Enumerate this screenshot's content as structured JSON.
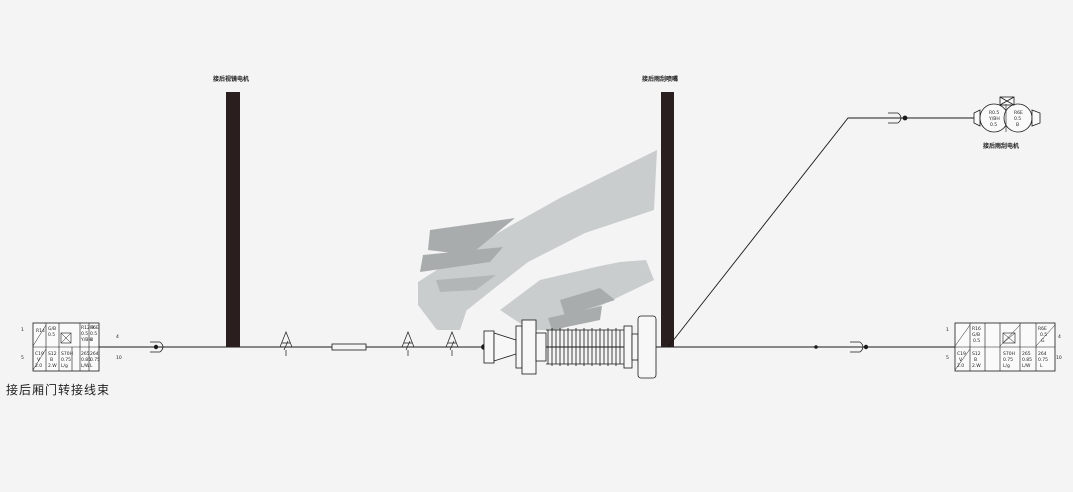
{
  "caption": "接后厢门转接线束",
  "labels": {
    "left_post": "接后视镜电机",
    "right_post": "接后雨刮喷嘴",
    "motor": "接后雨刮电机"
  },
  "connector_left": {
    "pins_top": [
      "1",
      "4"
    ],
    "pins_bottom": [
      "5",
      "10"
    ],
    "cells_top": [
      [
        "R14",
        "G/B",
        "0.5"
      ],
      [
        "R12 R",
        "0.5",
        "Y/BH"
      ],
      [
        "R6E",
        "0.5",
        "B"
      ]
    ],
    "cells_bottom": [
      [
        "C19",
        "V",
        "2.0"
      ],
      [
        "S12",
        "B",
        "2.W"
      ],
      [
        "S70H",
        "0.75",
        "L/g"
      ],
      [
        "265",
        "0.85",
        "L/W"
      ],
      [
        "264",
        "0.75",
        "L"
      ]
    ]
  },
  "connector_right": {
    "pins_top": [
      "1",
      "4"
    ],
    "pins_bottom": [
      "5",
      "10"
    ],
    "cells_top": [
      [
        "R16",
        "G/B",
        "0.5"
      ],
      [
        "R6E",
        "0.5",
        "G"
      ]
    ],
    "cells_bottom": [
      [
        "C19",
        "V",
        "2.0"
      ],
      [
        "S12",
        "B",
        "2.W"
      ],
      [
        "S70H",
        "0.75",
        "L/g"
      ],
      [
        "265",
        "0.85",
        "L/W"
      ],
      [
        "264",
        "0.75",
        "L"
      ]
    ]
  },
  "motor_cells": [
    [
      "R0.5",
      "Y/BH",
      "0.5"
    ],
    [
      "R6E",
      "0.5",
      "B"
    ]
  ],
  "colors": {
    "wire": "#1a1a1a",
    "post": "#2a1e1e",
    "watermark": "#c8cccc"
  }
}
